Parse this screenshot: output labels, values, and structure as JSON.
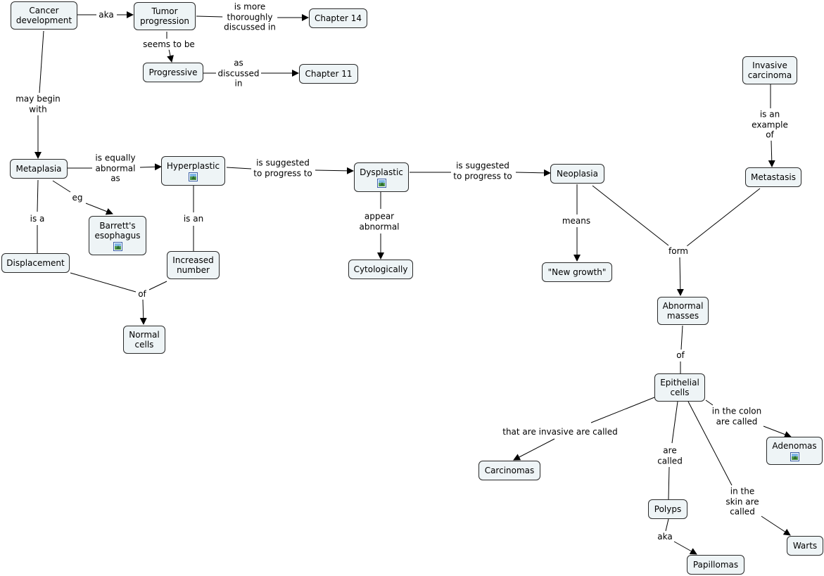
{
  "nodes": {
    "cancer_development": "Cancer\ndevelopment",
    "tumor_progression": "Tumor\nprogression",
    "chapter_14": "Chapter 14",
    "progressive": "Progressive",
    "chapter_11": "Chapter 11",
    "metaplasia": "Metaplasia",
    "hyperplastic": "Hyperplastic",
    "dysplastic": "Dysplastic",
    "neoplasia": "Neoplasia",
    "invasive_carcinoma": "Invasive\ncarcinoma",
    "metastasis": "Metastasis",
    "barretts_esophagus": "Barrett's\nesophagus",
    "displacement": "Displacement",
    "increased_number": "Increased\nnumber",
    "normal_cells": "Normal\ncells",
    "cytologically": "Cytologically",
    "new_growth": "\"New growth\"",
    "abnormal_masses": "Abnormal\nmasses",
    "epithelial_cells": "Epithelial\ncells",
    "adenomas": "Adenomas",
    "carcinomas": "Carcinomas",
    "polyps": "Polyps",
    "warts": "Warts",
    "papillomas": "Papillomas"
  },
  "links": {
    "aka_1": "aka",
    "more_discussed": "is more\nthoroughly\ndiscussed in",
    "seems_to_be": "seems to be",
    "as_discussed": "as\ndiscussed\nin",
    "may_begin_with": "may begin\nwith",
    "equally_abnormal": "is equally\nabnormal\nas",
    "suggested_1": "is suggested\nto progress to",
    "suggested_2": "is suggested\nto progress to",
    "is_an_example_of": "is an\nexample\nof",
    "eg": "eg",
    "is_a": "is a",
    "is_an": "is an",
    "of_1": "of",
    "appear_abnormal": "appear\nabnormal",
    "means": "means",
    "form": "form",
    "of_2": "of",
    "in_the_colon": "in the colon\nare called",
    "invasive_called": "that are invasive are called",
    "are_called": "are\ncalled",
    "in_the_skin": "in the\nskin are\ncalled",
    "aka_2": "aka"
  },
  "icons": {
    "hyperplastic": "image-resource-icon",
    "dysplastic": "image-resource-icon",
    "barretts_esophagus": "image-resource-icon",
    "adenomas": "image-resource-icon"
  },
  "colors": {
    "node_fill": "#eef4f6",
    "node_border": "#2a2a2a",
    "line": "#000000"
  }
}
